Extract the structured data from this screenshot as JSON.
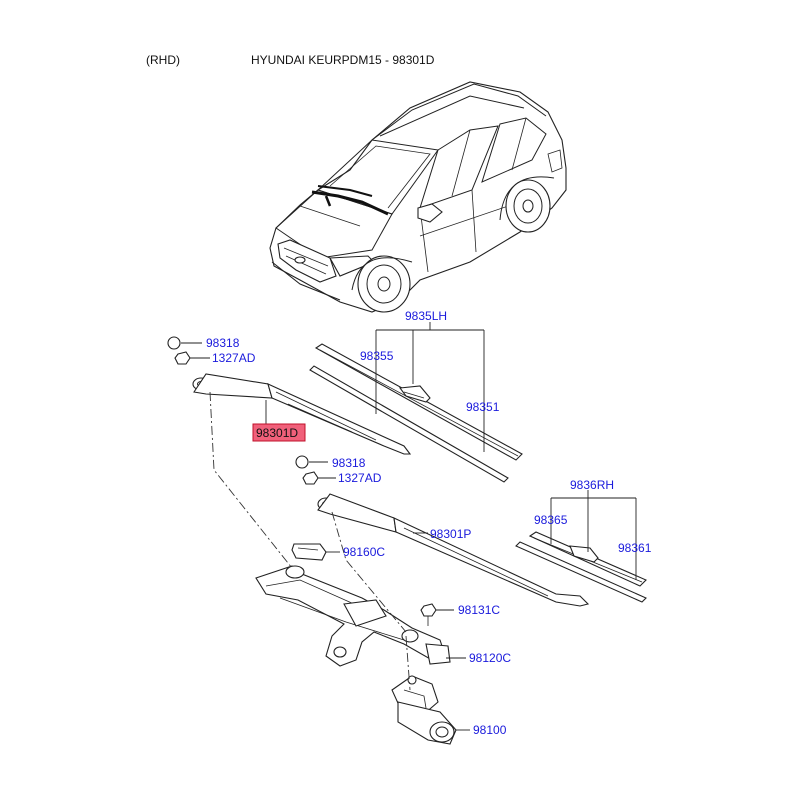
{
  "header": {
    "variant": "(RHD)",
    "title": "HYUNDAI KEURPDM15 - 98301D"
  },
  "highlight": {
    "part_no": "98301D",
    "fill_color": "#f0607a",
    "border_color": "#c0102a"
  },
  "label_color": "#1a1adc",
  "labels": {
    "l98318a": "98318",
    "l1327ada": "1327AD",
    "l9835lh": "9835LH",
    "l98355": "98355",
    "l98351": "98351",
    "l98318b": "98318",
    "l1327adb": "1327AD",
    "l98301p": "98301P",
    "l9836rh": "9836RH",
    "l98365": "98365",
    "l98361": "98361",
    "l98160c": "98160C",
    "l98131c": "98131C",
    "l98120c": "98120C",
    "l98100": "98100"
  }
}
